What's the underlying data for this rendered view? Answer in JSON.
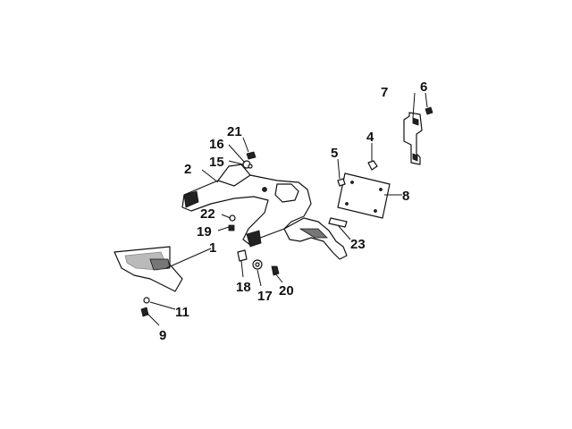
{
  "callouts": [
    {
      "id": "c1",
      "text": "1"
    },
    {
      "id": "c2",
      "text": "2"
    },
    {
      "id": "c4",
      "text": "4"
    },
    {
      "id": "c5",
      "text": "5"
    },
    {
      "id": "c6",
      "text": "6"
    },
    {
      "id": "c7",
      "text": "7"
    },
    {
      "id": "c8",
      "text": "8"
    },
    {
      "id": "c9",
      "text": "9"
    },
    {
      "id": "c11",
      "text": "11"
    },
    {
      "id": "c15",
      "text": "15"
    },
    {
      "id": "c16",
      "text": "16"
    },
    {
      "id": "c17",
      "text": "17"
    },
    {
      "id": "c18",
      "text": "18"
    },
    {
      "id": "c19",
      "text": "19"
    },
    {
      "id": "c20",
      "text": "20"
    },
    {
      "id": "c21",
      "text": "21"
    },
    {
      "id": "c22",
      "text": "22"
    },
    {
      "id": "c23",
      "text": "23"
    }
  ]
}
